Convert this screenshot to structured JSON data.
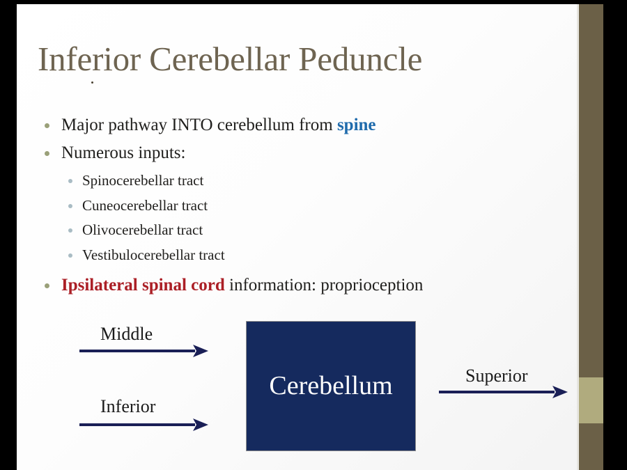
{
  "slide": {
    "title": "Inferior Cerebellar Peduncle",
    "bullets": [
      {
        "id": "major-pathway",
        "prefix": "Major pathway INTO cerebellum from ",
        "emphasis": "spine",
        "emphasis_style": "blue-bold",
        "suffix": ""
      },
      {
        "id": "numerous-inputs",
        "prefix": "Numerous inputs:",
        "emphasis": "",
        "emphasis_style": "",
        "suffix": ""
      },
      {
        "id": "ipsilateral",
        "prefix": "",
        "emphasis": "Ipsilateral spinal cord",
        "emphasis_style": "red-bold",
        "suffix": " information: proprioception"
      }
    ],
    "sub_bullets": [
      "Spinocerebellar tract",
      "Cuneocerebellar tract",
      "Olivocerebellar tract",
      "Vestibulocerebellar tract"
    ]
  },
  "diagram": {
    "box_label": "Cerebellum",
    "arrows": [
      {
        "id": "middle",
        "label": "Middle",
        "direction": "right",
        "target": "into-cerebellum"
      },
      {
        "id": "inferior",
        "label": "Inferior",
        "direction": "right",
        "target": "into-cerebellum"
      },
      {
        "id": "superior",
        "label": "Superior",
        "direction": "right",
        "target": "out-of-cerebellum"
      }
    ]
  },
  "colors": {
    "title": "#6e6451",
    "body_text": "#201f1d",
    "accent_blue": "#1f6bac",
    "accent_red": "#ab1f26",
    "bullet_l1": "#9aa079",
    "bullet_l2": "#a9bcc4",
    "box_fill": "#152a5e",
    "box_text": "#fdfdfd",
    "arrow": "#1a1f56",
    "deco_bar": "#6b6047",
    "deco_bar_accent": "#b0ab7e",
    "letterbox": "#000000",
    "canvas": "#ffffff"
  }
}
